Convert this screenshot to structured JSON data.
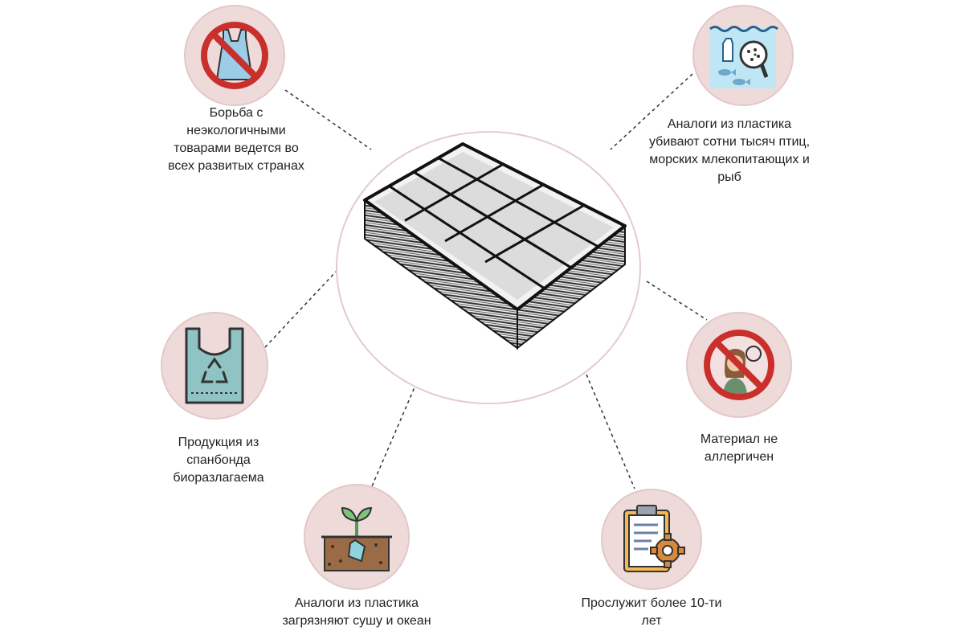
{
  "colors": {
    "badge_fill": "#efdada",
    "badge_border": "#e3c8c8",
    "prohibition_red": "#c9302c",
    "teal": "#4a9c9e",
    "text": "#222222"
  },
  "center": {
    "product_icon": "organizer-box-icon"
  },
  "features": [
    {
      "text": "Борьба с неэкологичными товарами ведется во всех развитых странах",
      "icon": "no-plastic-bag-icon"
    },
    {
      "text": "Аналоги из пластика убивают сотни тысяч птиц, морских млекопитающих и рыб",
      "icon": "ocean-microplastic-icon"
    },
    {
      "text": "Продукция из спанбонда биоразлагаема",
      "icon": "recycle-bag-icon"
    },
    {
      "text": "Материал не аллергичен",
      "icon": "no-allergy-icon"
    },
    {
      "text": "Аналоги из пластика загрязняют сушу и океан",
      "icon": "soil-plastic-sprout-icon"
    },
    {
      "text": "Прослужит более 10-ти лет",
      "icon": "clipboard-gear-icon"
    }
  ]
}
